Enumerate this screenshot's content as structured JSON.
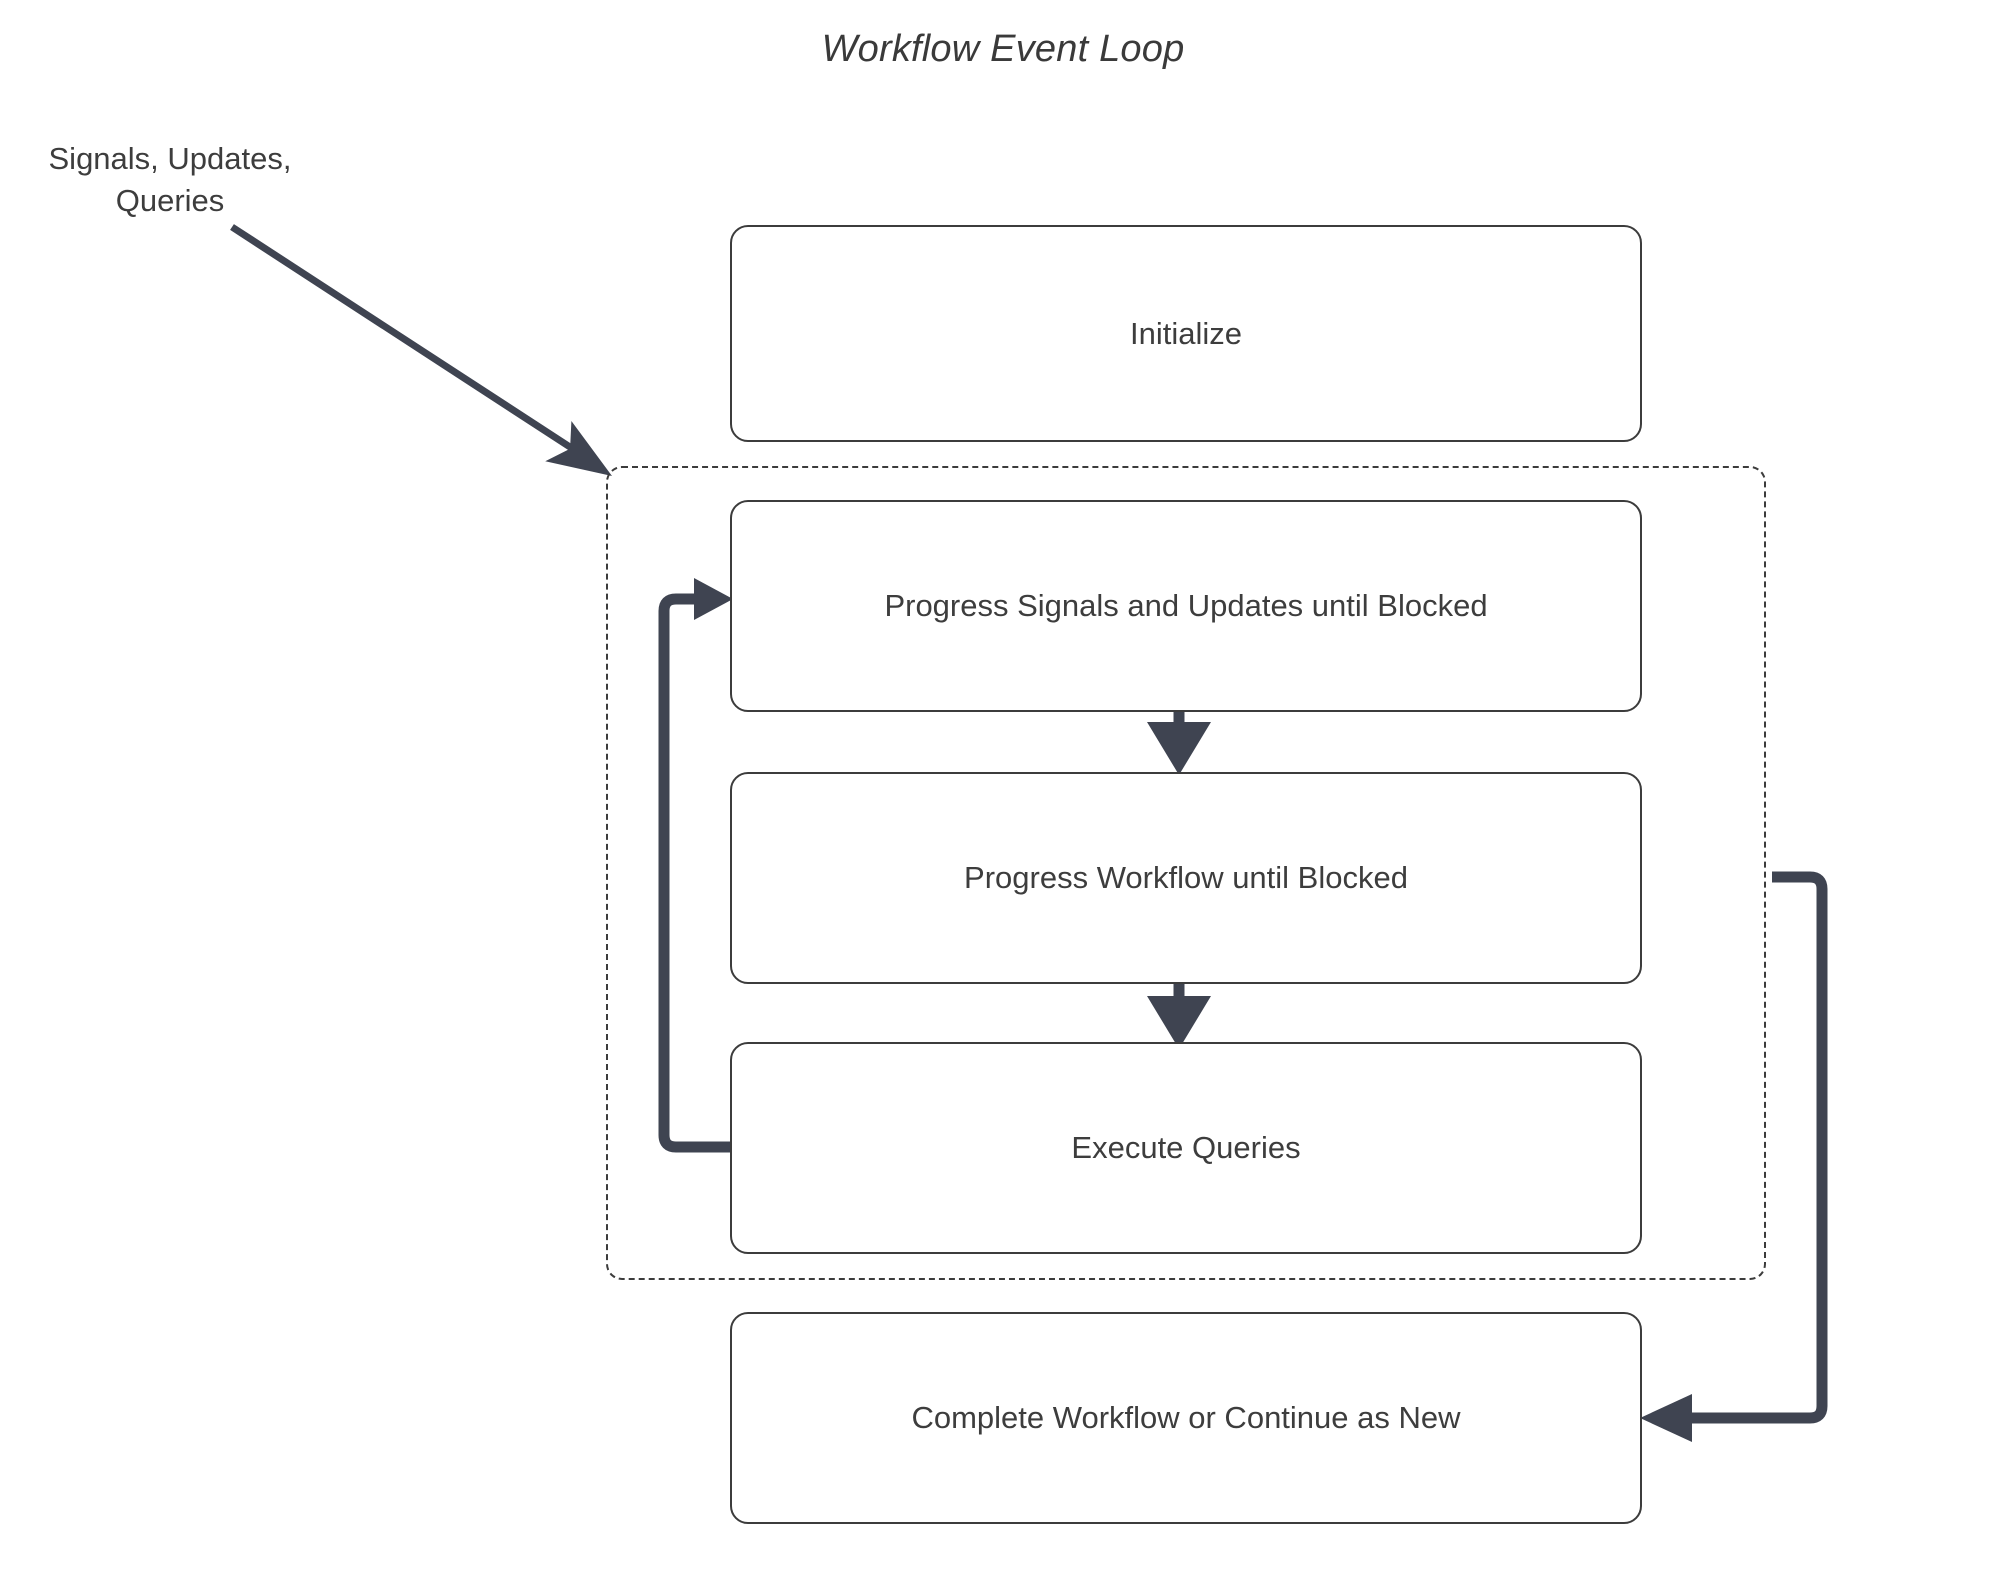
{
  "diagram": {
    "title": "Workflow Event Loop",
    "external_label": {
      "line1": "Signals, Updates,",
      "line2": "Queries"
    },
    "nodes": [
      {
        "id": "initialize",
        "label": "Initialize"
      },
      {
        "id": "progress-signals",
        "label": "Progress Signals and Updates until Blocked"
      },
      {
        "id": "progress-workflow",
        "label": "Progress Workflow until Blocked"
      },
      {
        "id": "execute-queries",
        "label": "Execute Queries"
      },
      {
        "id": "complete-workflow",
        "label": "Complete Workflow or Continue as New"
      }
    ],
    "group": {
      "id": "event-loop-group",
      "label": ""
    },
    "edges": [
      {
        "id": "signals-to-loop",
        "from": "Signals, Updates, Queries",
        "to": "event-loop-group",
        "style": "solid-thin-diagonal"
      },
      {
        "id": "signals-to-workflow",
        "from": "progress-signals",
        "to": "progress-workflow",
        "style": "solid-down"
      },
      {
        "id": "workflow-to-queries",
        "from": "progress-workflow",
        "to": "execute-queries",
        "style": "solid-down"
      },
      {
        "id": "queries-loopback",
        "from": "execute-queries",
        "to": "progress-signals",
        "style": "thick-left-up"
      },
      {
        "id": "workflow-to-complete",
        "from": "progress-workflow",
        "to": "complete-workflow",
        "style": "thick-right-down"
      }
    ],
    "colors": {
      "stroke": "#3c3c3c",
      "thick_stroke": "#3f4451",
      "text": "#3d3d3d",
      "background": "#ffffff"
    }
  }
}
